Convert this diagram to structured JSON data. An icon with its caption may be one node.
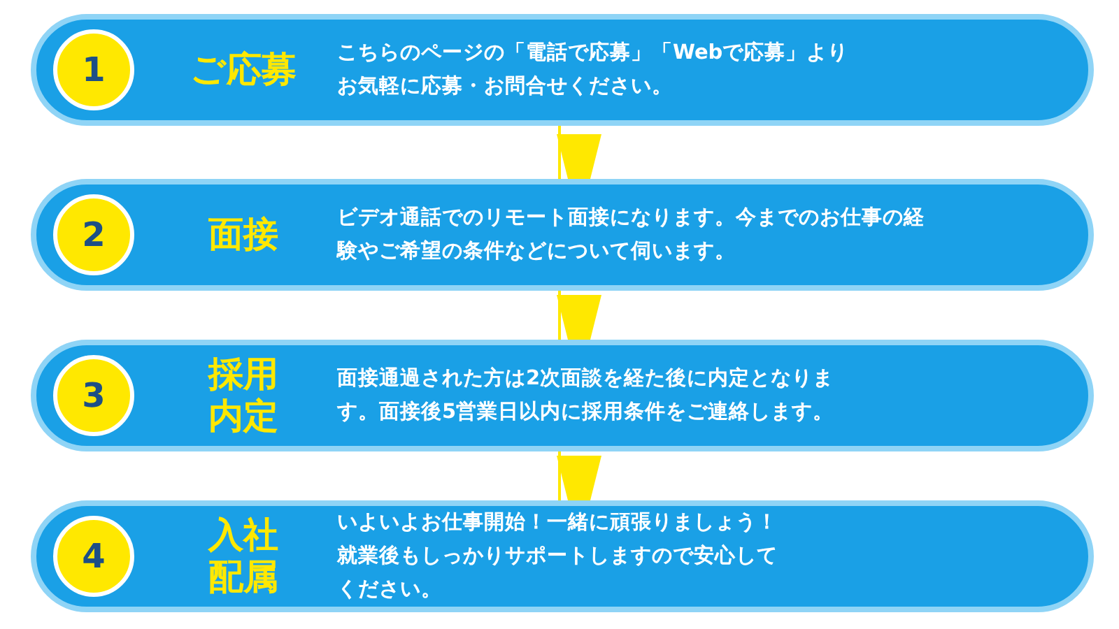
{
  "diagram": {
    "nodes": [
      {
        "text": [
          "ご応募",
          "こちらのページの「電話で応募」「Webで応募」よりお気軽に応募・お問合せください。"
        ]
      },
      {
        "text": [
          "1"
        ],
        "in": 0
      },
      {
        "text": [
          "面接",
          "ビデオ通話でのリモート面接になります。今までのお仕事の経験やご希望の条件などについて伺います。"
        ]
      },
      {
        "text": [
          "2"
        ],
        "in": 2
      },
      {
        "text": [
          "採用内定",
          "面接通過された方は2次面談を経た後に内定となります。面接後5営業日以内に採用条件をご連絡します。"
        ]
      },
      {
        "text": [
          "3"
        ],
        "in": 4
      },
      {
        "text": [
          "入社配属",
          "いよいよお仕事開始！一緒に頑張りましょう！就業後もしっかりサポートしますので安心してください。"
        ]
      },
      {
        "text": [
          "4"
        ],
        "in": 6
      }
    ],
    "edges": [
      {
        "from": 0,
        "to": 2,
        "arrow": "to"
      },
      {
        "from": 2,
        "to": 4,
        "arrow": "to"
      },
      {
        "from": 4,
        "to": 6,
        "arrow": "to"
      }
    ]
  }
}
